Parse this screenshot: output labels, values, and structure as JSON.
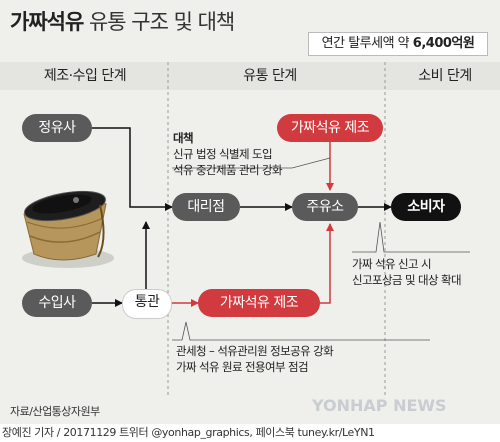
{
  "title": {
    "highlight": "가짜석유",
    "rest": "유통 구조 및 대책"
  },
  "summary": {
    "prefix": "연간 탈루세액 약",
    "amount": "6,400억원"
  },
  "columns": {
    "stage1": "제조·수입 단계",
    "stage2": "유통 단계",
    "stage3": "소비 단계"
  },
  "nodes": {
    "refinery": "정유사",
    "importer": "수입사",
    "customs": "통관",
    "fake_oil_top": "가짜석유 제조",
    "fake_oil_bottom": "가짜석유 제조",
    "agency": "대리점",
    "gas_station": "주유소",
    "consumer": "소비자"
  },
  "measures": {
    "title": "대책",
    "line1": "신규 법정 식별제 도입",
    "line2": "석유 중간제품 관리 강화"
  },
  "reward_note": {
    "line1": "가짜 석유 신고 시",
    "line2": "신고포상금 및 대상 확대"
  },
  "customs_note": {
    "line1": "관세청 – 석유관리원 정보공유 강화",
    "line2": "가짜 석유 원료 전용여부 점검"
  },
  "source": "자료/산업통상자원부",
  "watermark": "YONHAP NEWS",
  "footer": "장예진 기자 / 20171129 트위터 @yonhap_graphics, 페이스북 tuney.kr/LeYN1",
  "colors": {
    "red": "#d13a3f",
    "gray": "#5a5a5a",
    "black": "#111111",
    "background": "#efefec"
  },
  "illustration": "oil-barrel-icon"
}
